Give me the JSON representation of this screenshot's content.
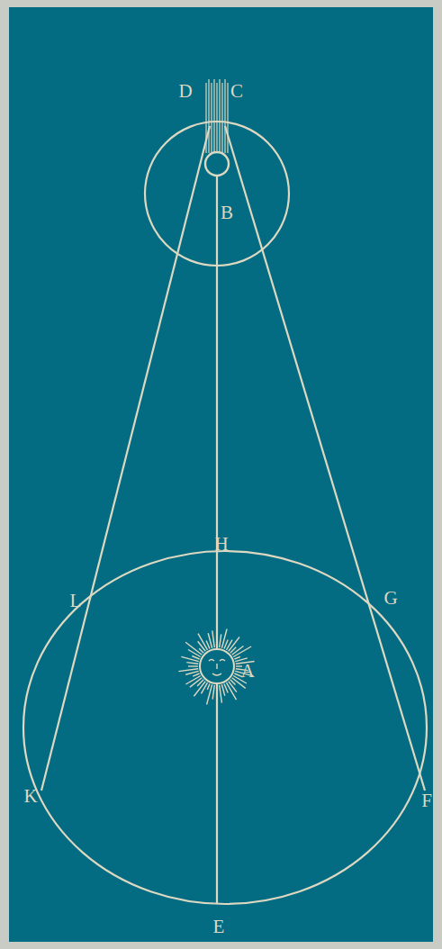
{
  "diagram": {
    "labels": [
      "D",
      "C",
      "B",
      "H",
      "L",
      "G",
      "K",
      "A",
      "F",
      "E"
    ]
  }
}
